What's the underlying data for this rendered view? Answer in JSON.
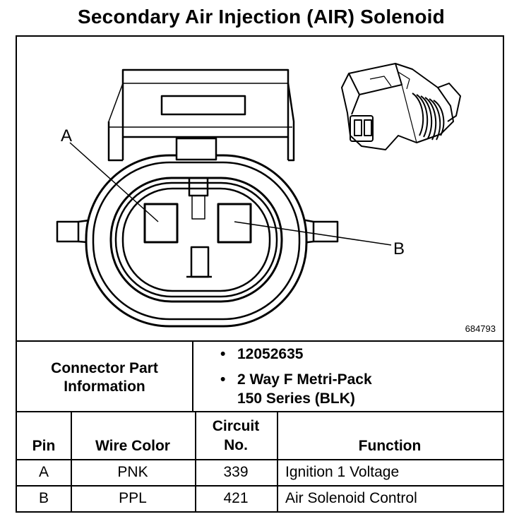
{
  "title": "Secondary Air Injection (AIR) Solenoid",
  "figure": {
    "number": "684793",
    "callout_a": "A",
    "callout_b": "B"
  },
  "connector_info": {
    "label_line1": "Connector Part",
    "label_line2": "Information",
    "part_number": "12052635",
    "description_line1": "2 Way F Metri-Pack",
    "description_line2": "150 Series (BLK)",
    "bullet": "•"
  },
  "table": {
    "headers": {
      "pin": "Pin",
      "wire_color": "Wire Color",
      "circuit_line1": "Circuit",
      "circuit_line2": "No.",
      "function": "Function"
    },
    "rows": [
      {
        "pin": "A",
        "wire_color": "PNK",
        "circuit": "339",
        "function": "Ignition 1 Voltage"
      },
      {
        "pin": "B",
        "wire_color": "PPL",
        "circuit": "421",
        "function": "Air Solenoid Control"
      }
    ]
  }
}
